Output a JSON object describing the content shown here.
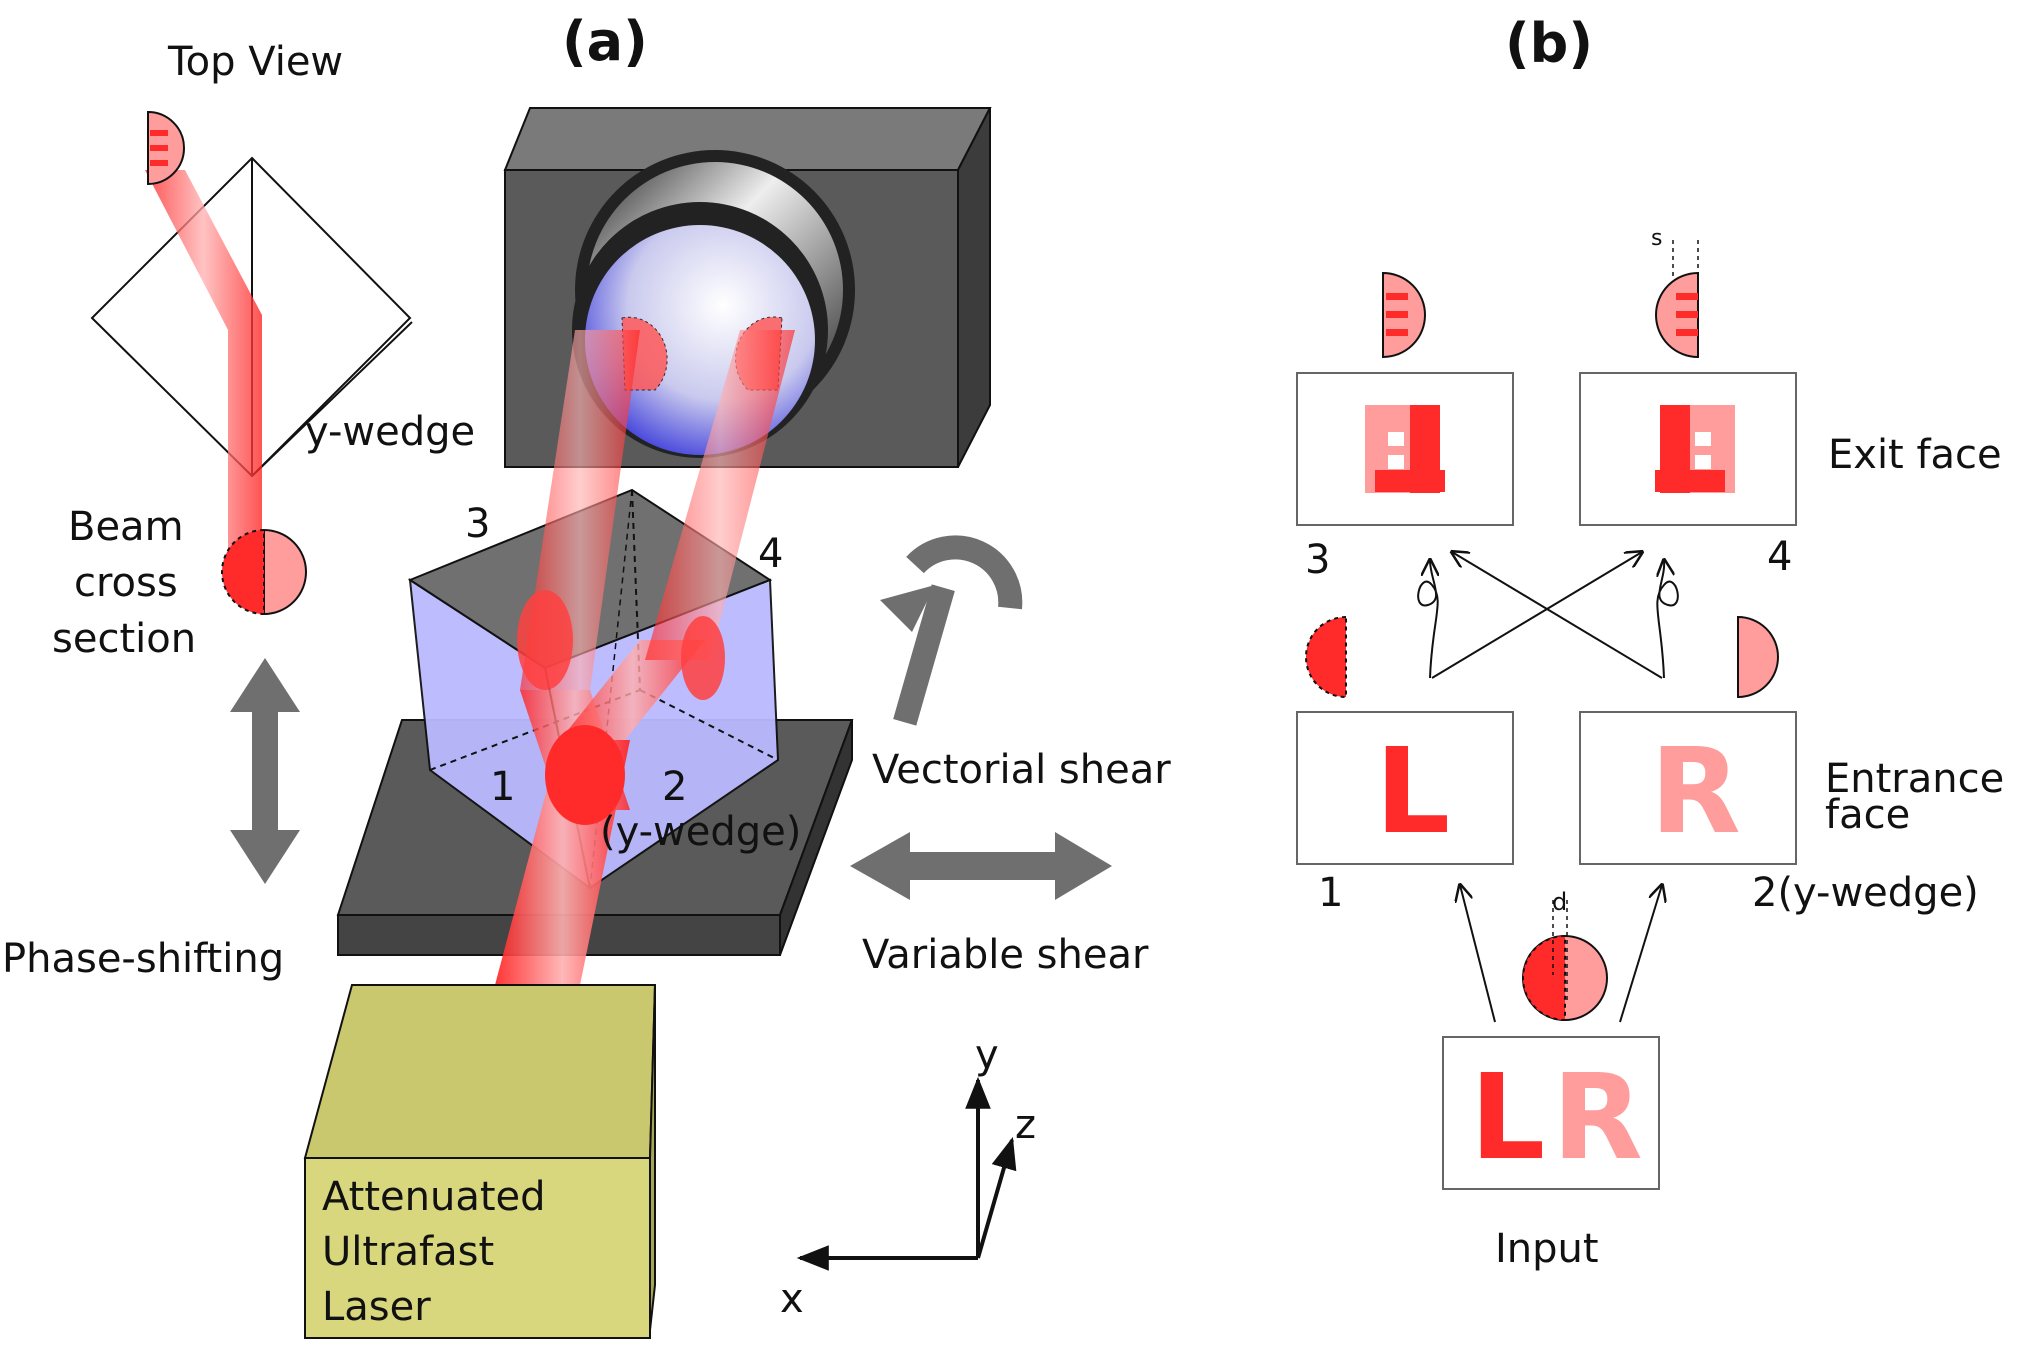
{
  "panels": {
    "a": "(a)",
    "b": "(b)"
  },
  "panel_a": {
    "top_view": "Top View",
    "y_wedge": "y-wedge",
    "beam_cross_section": [
      "Beam",
      "cross",
      "section"
    ],
    "phase_shifting": "Phase-shifting",
    "vectorial_shear": "Vectorial shear",
    "variable_shear": "Variable shear",
    "face_numbers": {
      "n1": "1",
      "n2": "2",
      "n3": "3",
      "n4": "4"
    },
    "y_wedge_paren": "(y-wedge)",
    "laser": [
      "Attenuated",
      "Ultrafast",
      "Laser"
    ],
    "axes": {
      "x": "x",
      "y": "y",
      "z": "z"
    }
  },
  "panel_b": {
    "exit_face": "Exit face",
    "entrance_face": [
      "Entrance",
      "face"
    ],
    "input": "Input",
    "n1": "1",
    "n2": "2(y-wedge)",
    "n3": "3",
    "n4": "4",
    "shear_s": "s",
    "offset_d": "d",
    "letters": {
      "L": "L",
      "R": "R"
    }
  },
  "colors": {
    "beam": "#ff2a2a",
    "beam_light": "#ff9c9c",
    "prism": "#b9b9ff",
    "gray": "#555555",
    "laser_box": "#d8d77e",
    "arrow": "#6f6f6f"
  }
}
